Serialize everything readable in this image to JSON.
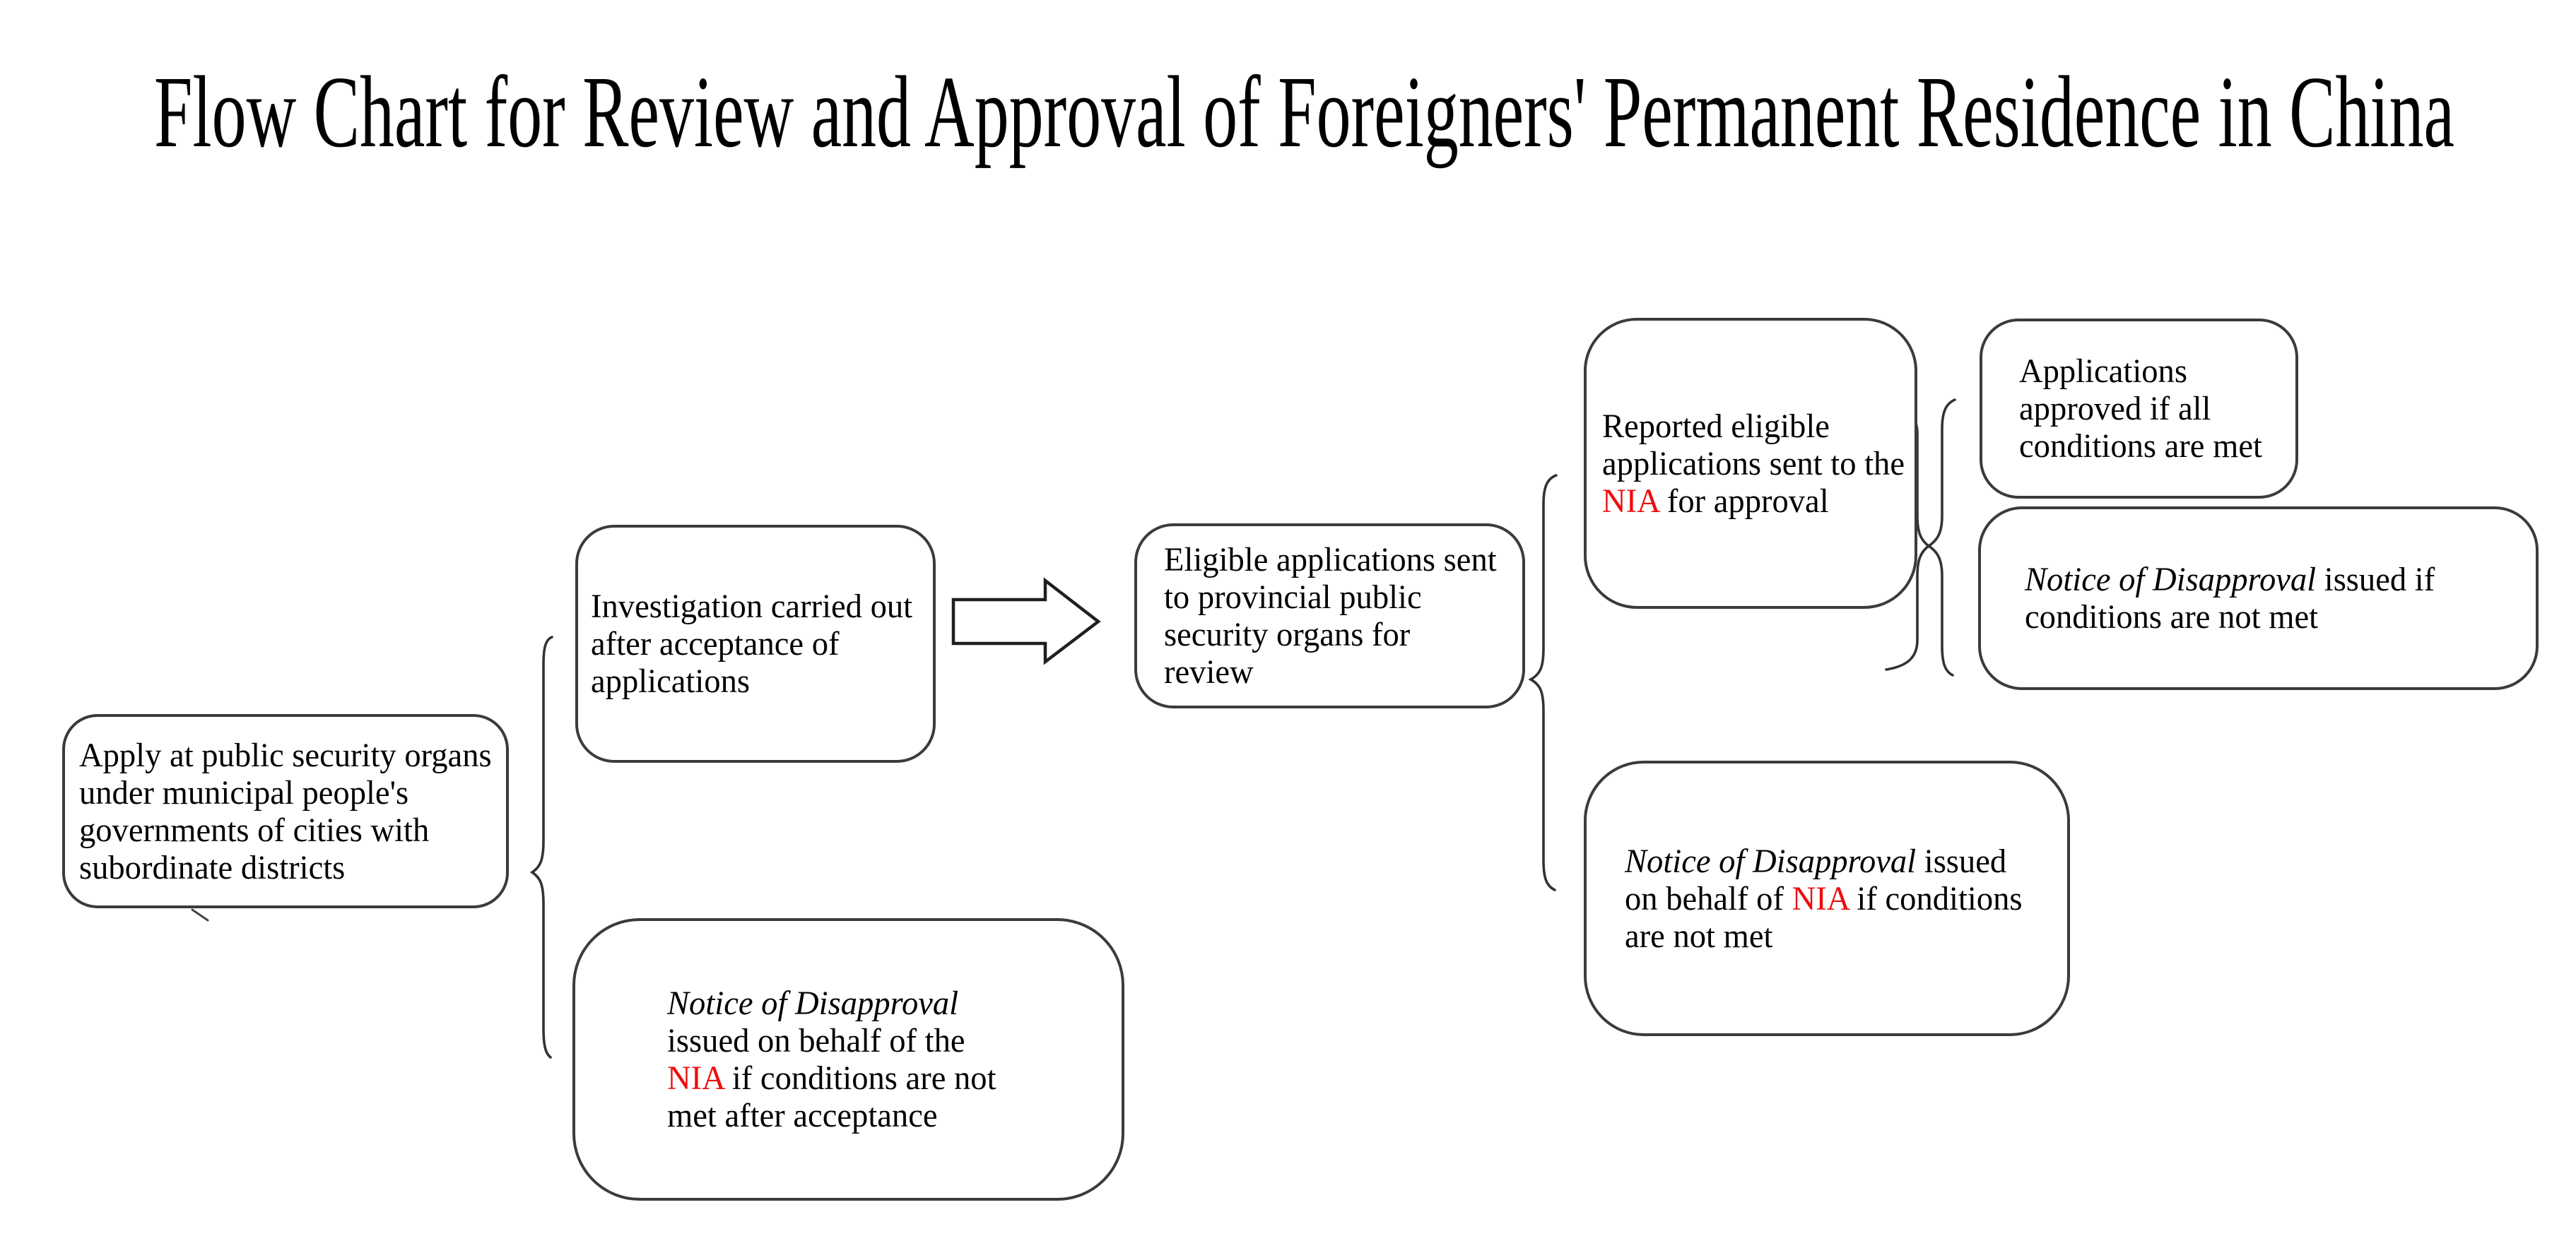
{
  "title": "Flow Chart for Review and Approval of Foreigners' Permanent Residence in China",
  "colors": {
    "background": "#ffffff",
    "text": "#000000",
    "nia_red": "#ee0d0d",
    "box_border": "#3b3b3b",
    "connector": "#333333",
    "arrow_outline": "#1f1f1f"
  },
  "nodes": {
    "apply": {
      "lines": [
        [
          {
            "t": "Apply at public security organs"
          }
        ],
        [
          {
            "t": "under municipal people's"
          }
        ],
        [
          {
            "t": "governments of cities with"
          }
        ],
        [
          {
            "t": "subordinate districts"
          }
        ]
      ]
    },
    "investigation": {
      "lines": [
        [
          {
            "t": "Investigation carried out"
          }
        ],
        [
          {
            "t": "after acceptance of"
          }
        ],
        [
          {
            "t": "applications"
          }
        ]
      ]
    },
    "disapproval_after_acceptance": {
      "lines": [
        [
          {
            "t": "Notice of Disapproval",
            "s": "i"
          }
        ],
        [
          {
            "t": "issued on behalf of the"
          }
        ],
        [
          {
            "t": "NIA",
            "s": "r"
          },
          {
            "t": " if conditions are not"
          }
        ],
        [
          {
            "t": "met after acceptance"
          }
        ]
      ]
    },
    "eligible": {
      "lines": [
        [
          {
            "t": "Eligible applications sent"
          }
        ],
        [
          {
            "t": "to provincial public"
          }
        ],
        [
          {
            "t": "security organs for"
          }
        ],
        [
          {
            "t": "review"
          }
        ]
      ]
    },
    "reported": {
      "lines": [
        [
          {
            "t": "Reported eligible"
          }
        ],
        [
          {
            "t": "applications sent to the"
          }
        ],
        [
          {
            "t": "NIA",
            "s": "r"
          },
          {
            "t": " for approval"
          }
        ]
      ]
    },
    "approved": {
      "lines": [
        [
          {
            "t": "Applications"
          }
        ],
        [
          {
            "t": "approved if all"
          }
        ],
        [
          {
            "t": "conditions are met"
          }
        ]
      ]
    },
    "disapproval_review": {
      "lines": [
        [
          {
            "t": "Notice of Disapproval",
            "s": "i"
          },
          {
            "t": " issued if"
          }
        ],
        [
          {
            "t": "conditions are not met"
          }
        ]
      ]
    },
    "disapproval_nia": {
      "lines": [
        [
          {
            "t": "Notice of Disapproval",
            "s": "i"
          },
          {
            "t": " issued"
          }
        ],
        [
          {
            "t": "on behalf of "
          },
          {
            "t": "NIA",
            "s": "r"
          },
          {
            "t": " if conditions"
          }
        ],
        [
          {
            "t": "are not met"
          }
        ]
      ]
    }
  },
  "connectors": [
    {
      "type": "brace",
      "from": "apply",
      "to": [
        "investigation",
        "disapproval_after_acceptance"
      ]
    },
    {
      "type": "arrow",
      "from": "investigation",
      "to": "eligible"
    },
    {
      "type": "brace",
      "from": "eligible",
      "to": [
        "reported",
        "disapproval_nia"
      ]
    },
    {
      "type": "brace",
      "from": "reported",
      "to": [
        "approved",
        "disapproval_review"
      ]
    }
  ]
}
